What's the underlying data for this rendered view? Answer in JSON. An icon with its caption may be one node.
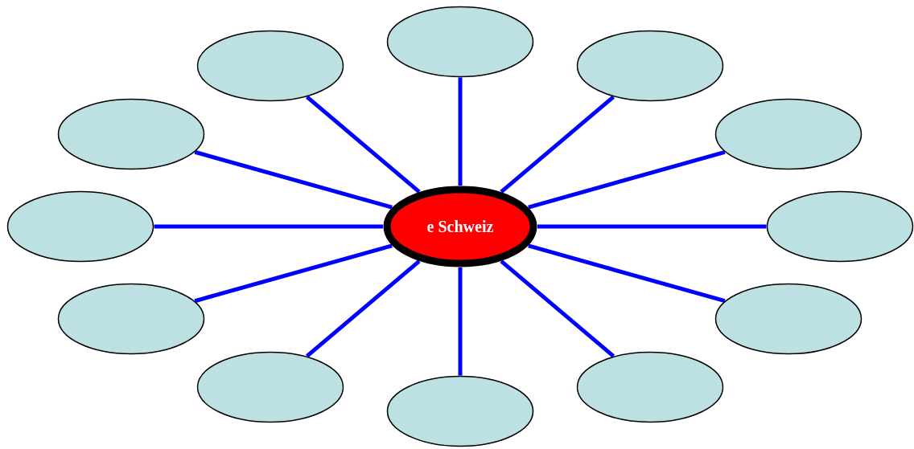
{
  "diagram": {
    "nodes": [
      {
        "text": [
          "e Schweiz"
        ]
      },
      {
        "text": [],
        "shape": "ellipse"
      },
      {
        "text": [],
        "shape": "ellipse"
      },
      {
        "text": [],
        "shape": "ellipse"
      },
      {
        "text": [],
        "shape": "ellipse"
      },
      {
        "text": [],
        "shape": "ellipse"
      },
      {
        "text": [],
        "shape": "ellipse"
      },
      {
        "text": [],
        "shape": "ellipse"
      },
      {
        "text": [],
        "shape": "ellipse"
      },
      {
        "text": [],
        "shape": "ellipse"
      },
      {
        "text": [],
        "shape": "ellipse"
      },
      {
        "text": [],
        "shape": "ellipse"
      },
      {
        "text": [],
        "shape": "ellipse"
      }
    ],
    "edges": [
      {
        "from": 0,
        "to": 1,
        "arrow": "none"
      },
      {
        "from": 0,
        "to": 2,
        "arrow": "none"
      },
      {
        "from": 0,
        "to": 3,
        "arrow": "none"
      },
      {
        "from": 0,
        "to": 4,
        "arrow": "none"
      },
      {
        "from": 0,
        "to": 5,
        "arrow": "none"
      },
      {
        "from": 0,
        "to": 6,
        "arrow": "none"
      },
      {
        "from": 0,
        "to": 7,
        "arrow": "none"
      },
      {
        "from": 0,
        "to": 8,
        "arrow": "none"
      },
      {
        "from": 0,
        "to": 9,
        "arrow": "none"
      },
      {
        "from": 0,
        "to": 10,
        "arrow": "none"
      },
      {
        "from": 0,
        "to": 11,
        "arrow": "none"
      },
      {
        "from": 0,
        "to": 12,
        "arrow": "none"
      }
    ]
  }
}
